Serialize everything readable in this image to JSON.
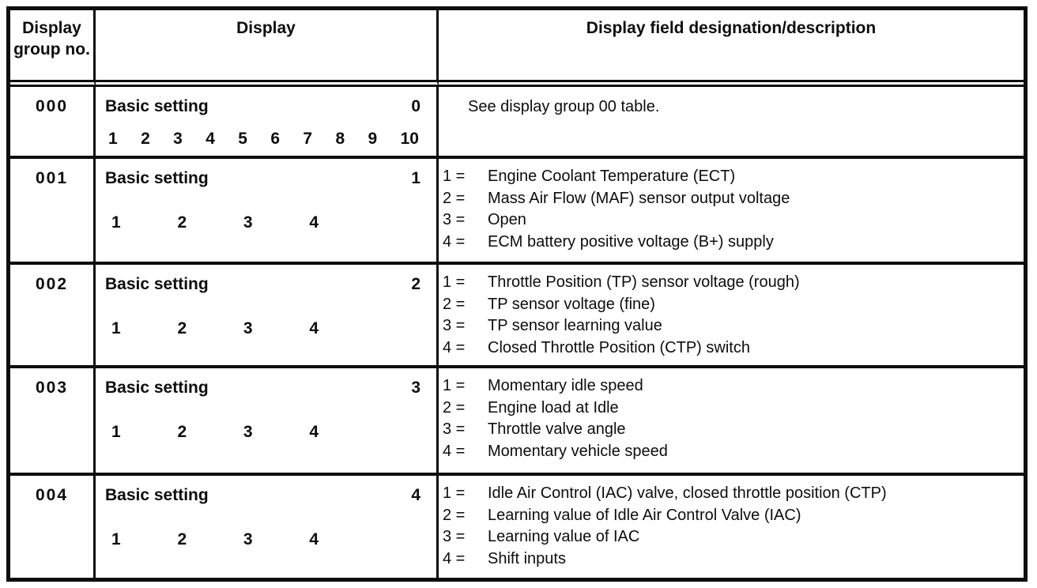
{
  "colors": {
    "ink": "#0d0d0d",
    "paper": "#ffffff"
  },
  "header": {
    "group_col": "Display group no.",
    "display_col": "Display",
    "description_col": "Display field designation/description"
  },
  "rows": [
    {
      "group": "000",
      "display": {
        "label": "Basic setting",
        "value": "0",
        "digits": [
          "1",
          "2",
          "3",
          "4",
          "5",
          "6",
          "7",
          "8",
          "9",
          "10"
        ]
      },
      "description": "See display group 00 table."
    },
    {
      "group": "001",
      "display": {
        "label": "Basic setting",
        "value": "1",
        "digits": [
          "1",
          "2",
          "3",
          "4"
        ]
      },
      "fields": [
        {
          "label": "1 =",
          "text": "Engine Coolant Temperature (ECT)"
        },
        {
          "label": "2 =",
          "text": "Mass Air Flow (MAF) sensor output voltage"
        },
        {
          "label": "3 =",
          "text": "Open"
        },
        {
          "label": "4 =",
          "text": "ECM battery positive voltage (B+) supply"
        }
      ]
    },
    {
      "group": "002",
      "display": {
        "label": "Basic setting",
        "value": "2",
        "digits": [
          "1",
          "2",
          "3",
          "4"
        ]
      },
      "fields": [
        {
          "label": "1 =",
          "text": "Throttle Position (TP) sensor voltage (rough)"
        },
        {
          "label": "2 =",
          "text": "TP sensor voltage (fine)"
        },
        {
          "label": "3 =",
          "text": "TP sensor learning value"
        },
        {
          "label": "4 =",
          "text": "Closed Throttle Position (CTP) switch"
        }
      ]
    },
    {
      "group": "003",
      "display": {
        "label": "Basic setting",
        "value": "3",
        "digits": [
          "1",
          "2",
          "3",
          "4"
        ]
      },
      "fields": [
        {
          "label": "1 =",
          "text": "Momentary idle speed"
        },
        {
          "label": "2 =",
          "text": "Engine load at Idle"
        },
        {
          "label": "3 =",
          "text": "Throttle valve angle"
        },
        {
          "label": "4 =",
          "text": "Momentary vehicle speed"
        }
      ]
    },
    {
      "group": "004",
      "display": {
        "label": "Basic setting",
        "value": "4",
        "digits": [
          "1",
          "2",
          "3",
          "4"
        ]
      },
      "fields": [
        {
          "label": "1 =",
          "text": "Idle Air Control (IAC) valve, closed throttle position (CTP)"
        },
        {
          "label": "2 =",
          "text": "Learning value of Idle Air Control Valve (IAC)"
        },
        {
          "label": "3 =",
          "text": "Learning value of IAC"
        },
        {
          "label": "4 =",
          "text": "Shift inputs"
        }
      ]
    }
  ]
}
